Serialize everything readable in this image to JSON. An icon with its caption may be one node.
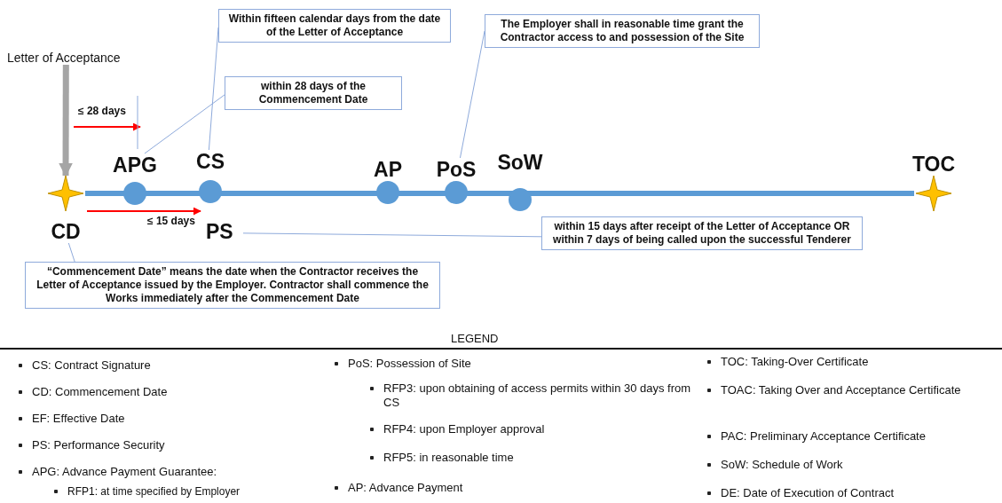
{
  "diagram": {
    "nodes": [
      {
        "text": [
          "Letter of Acceptance"
        ]
      },
      {
        "text": [
          "CD"
        ]
      },
      {
        "text": [
          "APG"
        ]
      },
      {
        "text": [
          "CS"
        ]
      },
      {
        "text": [
          "AP"
        ]
      },
      {
        "text": [
          "PoS"
        ]
      },
      {
        "text": [
          "SoW"
        ]
      },
      {
        "text": [
          "TOC"
        ]
      },
      {
        "text": [
          "PS"
        ]
      },
      {
        "text": [
          "Within fifteen calendar days from the date of the Letter of Acceptance"
        ]
      },
      {
        "text": [
          "within 28 days of the Commencement Date"
        ]
      },
      {
        "text": [
          "The Employer shall in reasonable time grant the Contractor access to and possession of the Site"
        ]
      },
      {
        "text": [
          "within 15 days after receipt of the Letter of Acceptance OR within 7 days of being called upon the successful Tenderer"
        ]
      },
      {
        "text": [
          "“Commencement Date” means the date when the Contractor receives the Letter of Acceptance issued by the Employer. Contractor shall commence the Works immediately after the Commencement Date"
        ]
      }
    ],
    "edges": [
      {
        "from": 0,
        "to": 1,
        "arrow": "to",
        "style": "thick",
        "color": "#a5a5a5"
      },
      {
        "from": 9,
        "to": 3,
        "arrow": "none"
      },
      {
        "from": 10,
        "to": 2,
        "arrow": "none"
      },
      {
        "from": 11,
        "to": 5,
        "arrow": "none"
      },
      {
        "from": 12,
        "to": 8,
        "arrow": "none"
      },
      {
        "from": 13,
        "to": 1,
        "arrow": "none"
      }
    ],
    "labels": [
      "≤ 28 days",
      "≤ 15 days",
      "LEGEND",
      "CS: Contract Signature",
      "CD: Commencement Date",
      "EF: Effective Date",
      "PS: Performance Security",
      "APG: Advance Payment Guarantee:",
      "RFP1: at time specified by Employer",
      "PoS: Possession of Site",
      "RFP3: upon obtaining of access permits within 30 days from CS",
      "RFP4: upon Employer approval",
      "RFP5: in reasonable time",
      "AP: Advance Payment",
      "TOC: Taking-Over Certificate",
      "TOAC: Taking Over and Acceptance Certificate",
      "PAC: Preliminary Acceptance Certificate",
      "SoW: Schedule of Work",
      "DE: Date of Execution of Contract"
    ]
  }
}
